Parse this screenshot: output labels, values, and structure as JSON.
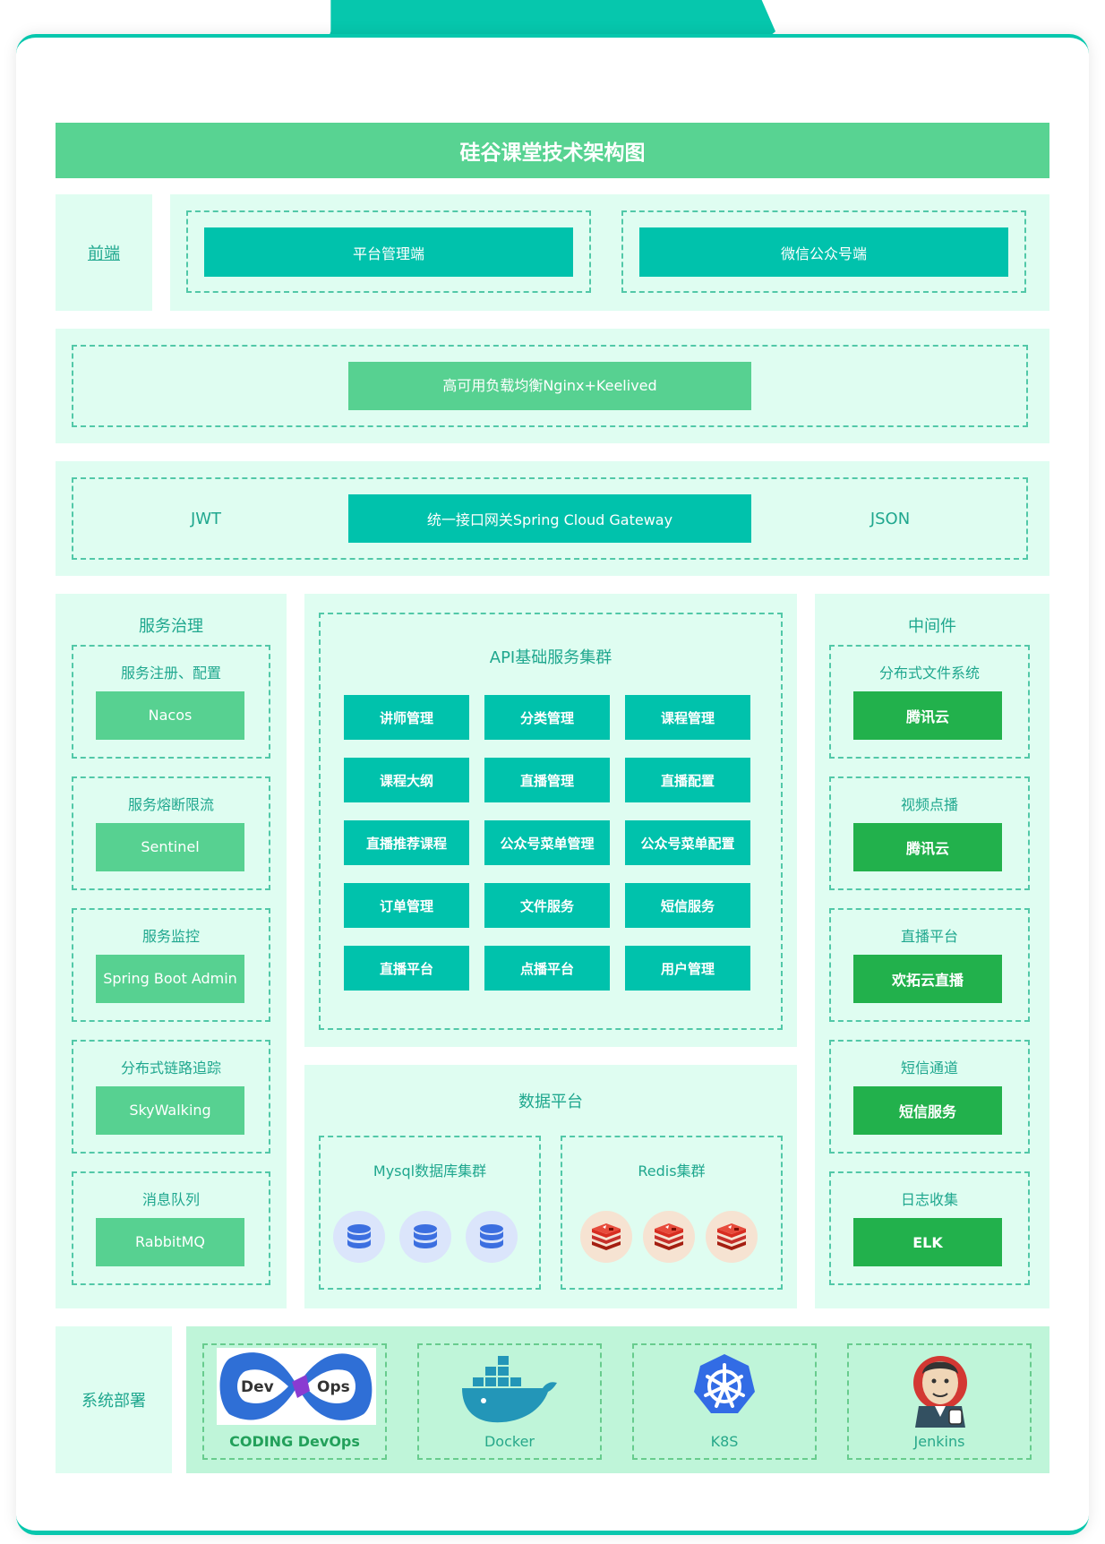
{
  "title": "硅谷课堂技术架构图",
  "frontend": {
    "label": "前端",
    "items": [
      "平台管理端",
      "微信公众号端"
    ]
  },
  "load_balancer": "高可用负载均衡Nginx+Keelived",
  "gateway": {
    "left": "JWT",
    "center": "统一接口网关Spring Cloud Gateway",
    "right": "JSON"
  },
  "governance": {
    "title": "服务治理",
    "groups": [
      {
        "label": "服务注册、配置",
        "tech": "Nacos"
      },
      {
        "label": "服务熔断限流",
        "tech": "Sentinel"
      },
      {
        "label": "服务监控",
        "tech": "Spring Boot Admin"
      },
      {
        "label": "分布式链路追踪",
        "tech": "SkyWalking"
      },
      {
        "label": "消息队列",
        "tech": "RabbitMQ"
      }
    ]
  },
  "api_cluster": {
    "title": "API基础服务集群",
    "services": [
      "讲师管理",
      "分类管理",
      "课程管理",
      "课程大纲",
      "直播管理",
      "直播配置",
      "直播推荐课程",
      "公众号菜单管理",
      "公众号菜单配置",
      "订单管理",
      "文件服务",
      "短信服务",
      "直播平台",
      "点播平台",
      "用户管理"
    ]
  },
  "data_platform": {
    "title": "数据平台",
    "mysql": "Mysql数据库集群",
    "redis": "Redis集群"
  },
  "middleware": {
    "title": "中间件",
    "groups": [
      {
        "label": "分布式文件系统",
        "tech": "腾讯云"
      },
      {
        "label": "视频点播",
        "tech": "腾讯云"
      },
      {
        "label": "直播平台",
        "tech": "欢拓云直播"
      },
      {
        "label": "短信通道",
        "tech": "短信服务"
      },
      {
        "label": "日志收集",
        "tech": "ELK"
      }
    ]
  },
  "deployment": {
    "label": "系统部署",
    "items": [
      {
        "name": "CODING DevOps",
        "icon": "devops-logo",
        "logo_words": [
          "Dev",
          "Ops"
        ]
      },
      {
        "name": "Docker",
        "icon": "docker-logo"
      },
      {
        "name": "K8S",
        "icon": "kubernetes-logo"
      },
      {
        "name": "Jenkins",
        "icon": "jenkins-logo"
      }
    ]
  },
  "colors": {
    "teal": "#00c2ac",
    "green": "#57d191",
    "dark_green": "#22b14c",
    "mint_bg": "#dffdf1"
  }
}
